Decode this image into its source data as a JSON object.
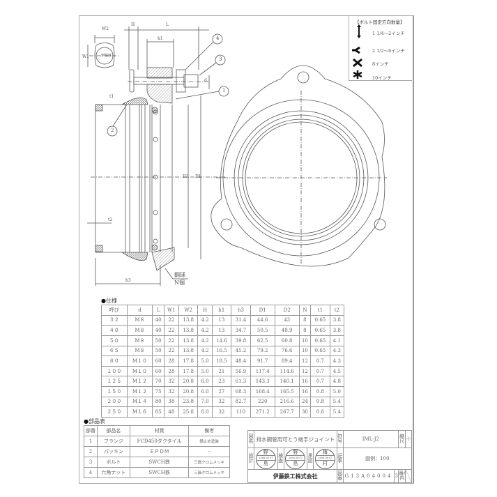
{
  "legend": {
    "title": "【ボルト固定方向数量】",
    "items": [
      {
        "icon": "vertical-double-arrow-icon",
        "label": "1 1/4～2インチ"
      },
      {
        "icon": "three-way-icon",
        "label": "2 1/2～6インチ"
      },
      {
        "icon": "cross-icon",
        "label": "8インチ"
      },
      {
        "icon": "asterisk-icon",
        "label": "10インチ"
      }
    ]
  },
  "drawing": {
    "dims": {
      "w2": "W2",
      "w1": "W1",
      "h": "H",
      "l": "L",
      "h1": "h1",
      "d": "d",
      "t1": "t1",
      "t2": "t2",
      "d2": "D2",
      "d1": "D1",
      "h3": "h3"
    },
    "part_callouts": [
      "1",
      "2",
      "3",
      "4"
    ],
    "bolt_head_mark": "伊藤鉄",
    "steel_ball": "鋼球",
    "n_count": "N個"
  },
  "spec": {
    "title": "仕様",
    "headers": [
      "呼び",
      "d",
      "L",
      "W1",
      "W2",
      "H",
      "h1",
      "h3",
      "D1",
      "D2",
      "N",
      "t1",
      "t2"
    ],
    "rows": [
      [
        "３２",
        "M８",
        "40",
        "22",
        "13.8",
        "4.2",
        "13",
        "31.4",
        "44.6",
        "43",
        "8",
        "0.65",
        "3.8"
      ],
      [
        "４０",
        "M８",
        "40",
        "22",
        "13.8",
        "4.2",
        "13",
        "34.7",
        "50.5",
        "48.9",
        "8",
        "0.65",
        "3.8"
      ],
      [
        "５０",
        "M８",
        "50",
        "22",
        "13.8",
        "4.2",
        "14.6",
        "39.8",
        "62.5",
        "60.8",
        "10",
        "0.65",
        "4.1"
      ],
      [
        "６５",
        "M８",
        "50",
        "22",
        "13.8",
        "4.2",
        "16.5",
        "45.2",
        "79.2",
        "76.6",
        "10",
        "0.65",
        "4.3"
      ],
      [
        "８０",
        "M１０",
        "60",
        "28",
        "17.8",
        "5.0",
        "18.5",
        "48.4",
        "91.7",
        "89.4",
        "12",
        "0.7",
        "4.3"
      ],
      [
        "１００",
        "M１０",
        "60",
        "28",
        "17.8",
        "5.0",
        "21",
        "56.9",
        "117.4",
        "114.6",
        "12",
        "0.7",
        "4.5"
      ],
      [
        "１２５",
        "M１２",
        "70",
        "32",
        "20.8",
        "6.0",
        "23",
        "61.3",
        "143.3",
        "140.1",
        "16",
        "0.7",
        "4.8"
      ],
      [
        "１５０",
        "M１２",
        "75",
        "32",
        "20.8",
        "6.0",
        "27",
        "68.3",
        "168.4",
        "165.5",
        "16",
        "0.8",
        "5.0"
      ],
      [
        "２００",
        "M１４",
        "80",
        "38",
        "23.8",
        "7.0",
        "32",
        "82.7",
        "220",
        "216.6",
        "24",
        "0.8",
        "5.4"
      ],
      [
        "２５０",
        "M１６",
        "85",
        "48",
        "25.8",
        "8.0",
        "32",
        "110",
        "271.2",
        "267.7",
        "30",
        "0.8",
        "5.4"
      ]
    ]
  },
  "parts": {
    "title": "部品表",
    "headers": [
      "部番",
      "部品名",
      "材質",
      "備考"
    ],
    "rows": [
      [
        "1",
        "フランジ",
        "FCD450ダクタイル",
        "錆止め塗装"
      ],
      [
        "2",
        "パッキン",
        "ＥＰＤＭ",
        "－"
      ],
      [
        "3",
        "ボルト",
        "SWCH鉄",
        "三価クロムメッキ"
      ],
      [
        "4",
        "六角ナット",
        "SWCH鉄",
        "三価クロムメッキ"
      ]
    ]
  },
  "title_block": {
    "name_label": "図名",
    "name": "排水鋼管用可とう継手ジョイント",
    "code_label": "符号",
    "code": "IML-J2",
    "scale_label": "縮尺",
    "scale": "-/-",
    "design_label": "設計",
    "check_label": "検査",
    "approve_label": "承認",
    "stamps": [
      {
        "top": "野",
        "date": "2008.06.07",
        "bottom": "島"
      },
      {
        "top": "野",
        "date": "2008.06.07",
        "bottom": "島"
      },
      {
        "top": "梅",
        "date": "2008.06.07",
        "bottom": "村"
      }
    ],
    "note_label": "記事",
    "note": "図例：100",
    "company": "伊藤鉄工株式会社",
    "drawing_no_label": "図番",
    "drawing_no": "G13A04004",
    "sheet": "3",
    "sheet_label": "番/内"
  }
}
